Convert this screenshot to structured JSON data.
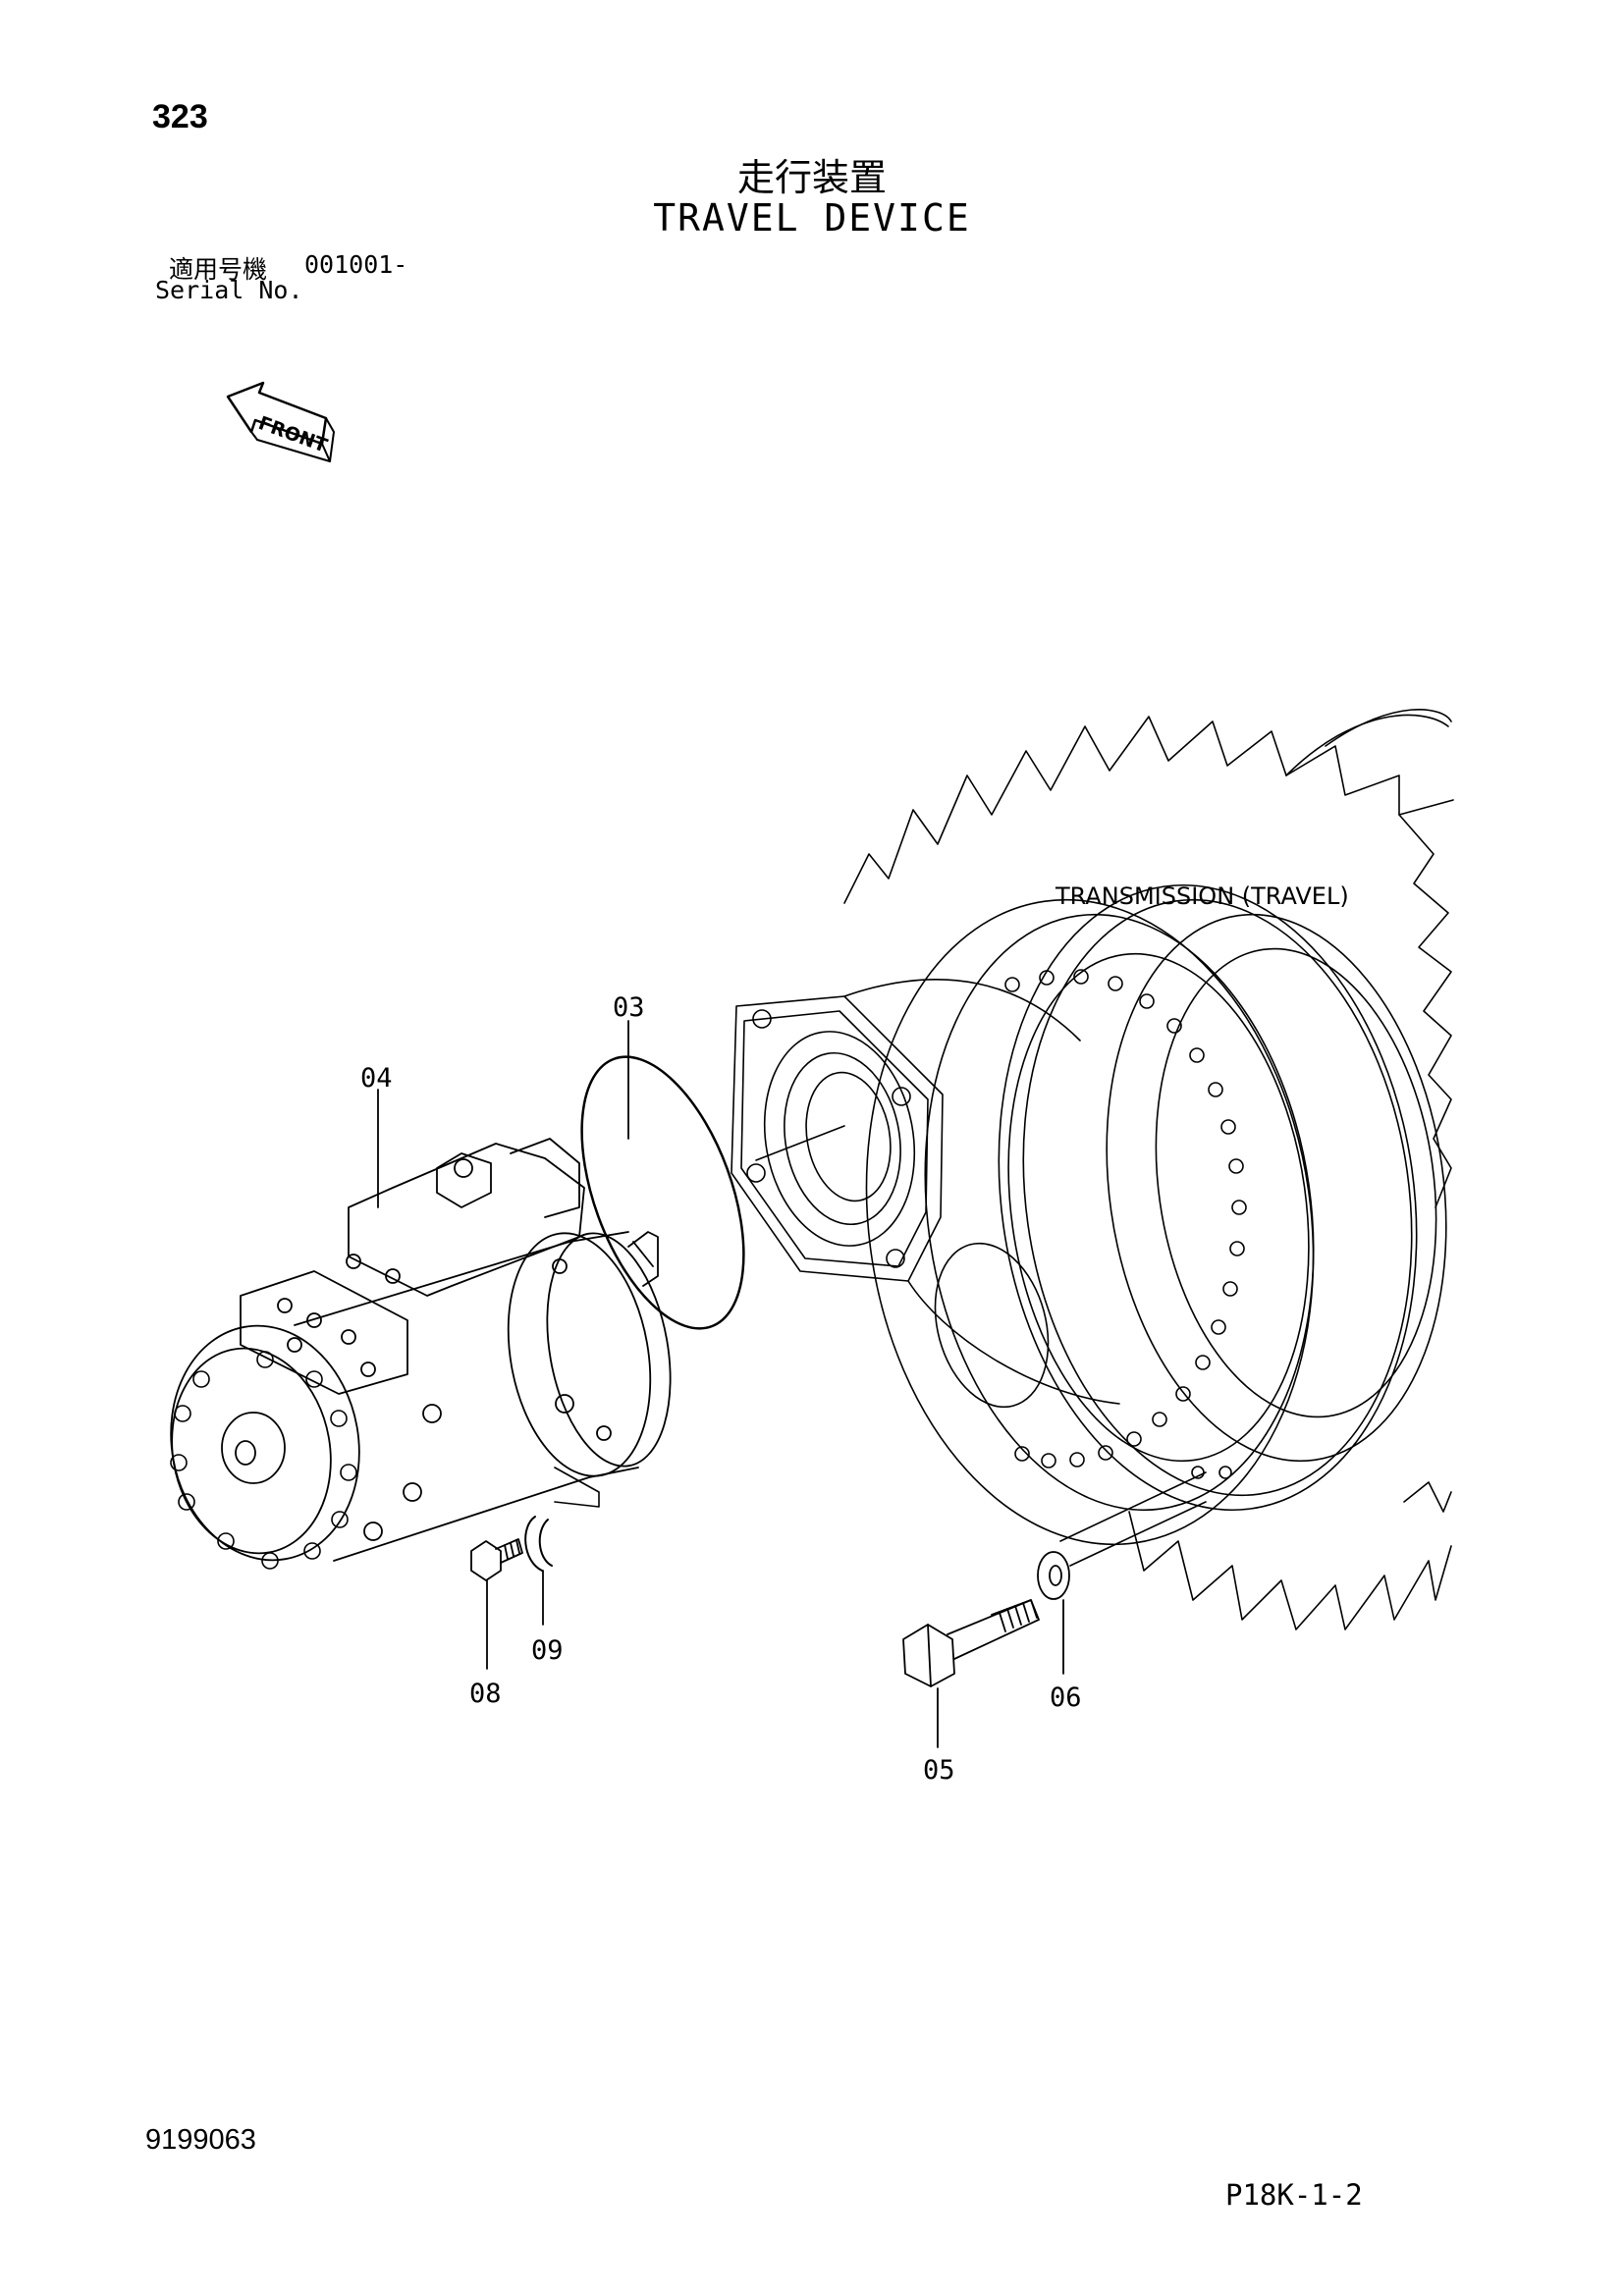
{
  "header": {
    "page_number": "323",
    "title_jp": "走行装置",
    "title_en": "TRAVEL DEVICE",
    "serial_label_jp": "適用号機",
    "serial_value": "001001-",
    "serial_label_en": "Serial No."
  },
  "front_indicator": {
    "label": "FRONT",
    "icon": "front-arrow-icon"
  },
  "diagram": {
    "assembly_label": "TRANSMISSION (TRAVEL)",
    "callouts": {
      "c03": "03",
      "c04": "04",
      "c05": "05",
      "c06": "06",
      "c08": "08",
      "c09": "09"
    }
  },
  "footer": {
    "doc_number": "9199063",
    "page_code": "P18K-1-2"
  }
}
